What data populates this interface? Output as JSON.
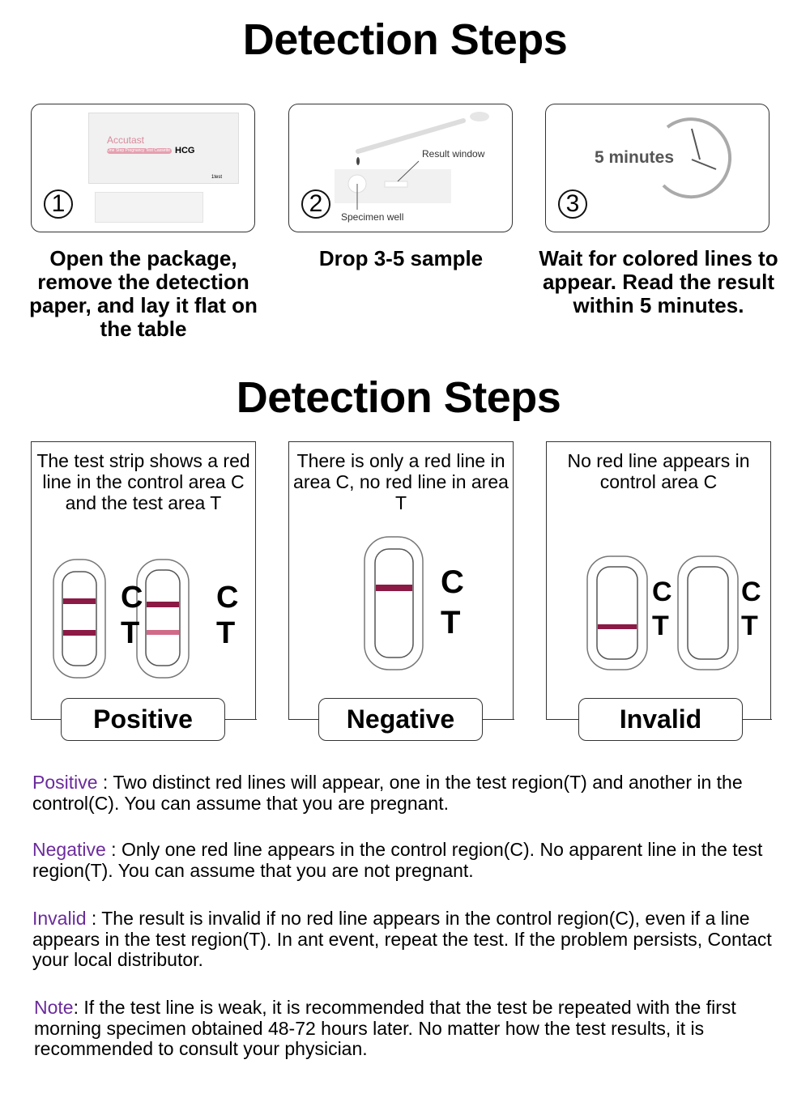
{
  "title1": "Detection Steps",
  "title2": "Detection Steps",
  "steps": [
    {
      "num": "1",
      "caption": "Open the package, remove the detection paper, and lay it flat on the table",
      "pkg_brand": "Accutast",
      "pkg_name": "HCG",
      "pkg_pill": "One Step Pregnancy Test Cassette",
      "pkg_count": "1test"
    },
    {
      "num": "2",
      "caption": "Drop 3-5 sample",
      "label_result": "Result window",
      "label_well": "Specimen well"
    },
    {
      "num": "3",
      "caption": "Wait for colored lines to appear. Read the result within 5 minutes.",
      "timer": "5 minutes"
    }
  ],
  "results": [
    {
      "text": "The test strip shows a red line in the control area C and the test area T",
      "label": "Positive"
    },
    {
      "text": "There is only a red line in area C, no red line in area T",
      "label": "Negative"
    },
    {
      "text": "No red line appears in control area C",
      "label": "Invalid"
    }
  ],
  "strip_labels": {
    "c": "C",
    "t": "T"
  },
  "notes": [
    {
      "key": "Positive",
      "sep": " : ",
      "text": "Two distinct red lines will appear, one in the test region(T) and another in the control(C). You can assume that you are pregnant."
    },
    {
      "key": "Negative",
      "sep": " : ",
      "text": "Only one red line appears in the control region(C). No apparent line in the test region(T). You can assume that you are not pregnant."
    },
    {
      "key": "Invalid",
      "sep": " : ",
      "text": "The result is invalid if no red line appears in the control region(C), even if a line appears in the test region(T). In ant event, repeat the test. If the problem persists, Contact your local distributor."
    },
    {
      "key": "Note",
      "sep": ": ",
      "text": "If the test line is weak, it is recommended that the test be repeated with the first morning specimen obtained 48-72 hours later. No matter how the test results, it is recommended to consult your physician."
    }
  ],
  "colors": {
    "accent": "#6b2b9c",
    "line": "#8b1a45"
  }
}
